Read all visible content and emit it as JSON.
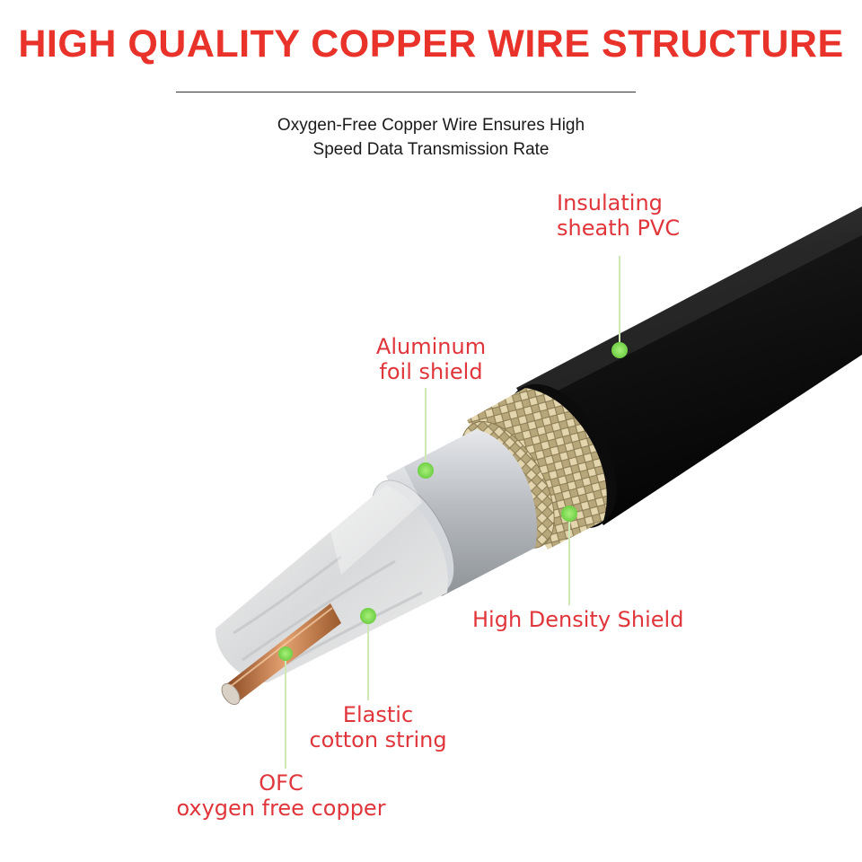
{
  "header": {
    "title": "HIGH QUALITY COPPER WIRE STRUCTURE",
    "subtitle_line1": "Oxygen-Free Copper Wire Ensures High",
    "subtitle_line2": "Speed Data Transmission Rate"
  },
  "labels": {
    "sheath": {
      "line1": "Insulating",
      "line2": "sheath PVC"
    },
    "foil": {
      "line1": "Aluminum",
      "line2": "foil shield"
    },
    "shield": {
      "line1": "High Density Shield"
    },
    "cotton": {
      "line1": "Elastic",
      "line2": "cotton string"
    },
    "ofc": {
      "line1": "OFC",
      "line2": "oxygen free copper"
    }
  },
  "colors": {
    "title": "#e8322a",
    "label": "#e0353a",
    "marker": "#7ed957",
    "leader": "#cfe8b8",
    "sheath": "#141414",
    "braid": "#c9b98e",
    "foil": "#bfc3c8",
    "copper": "#c8784a"
  }
}
